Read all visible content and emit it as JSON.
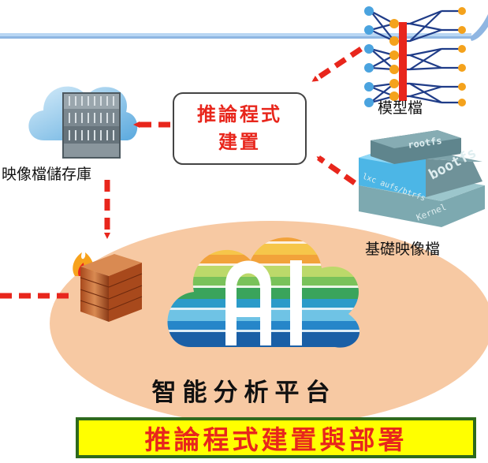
{
  "diagram": {
    "build_step": "推論程式\n建置",
    "image_registry": "映像檔儲存庫",
    "model_file": "模型檔",
    "base_image": "基礎映像檔",
    "platform_name": "智能分析平台",
    "platform_logo_text": "AI",
    "banner": "推論程式建置與部署",
    "base_image_box_texts": [
      "rootfs",
      "bootfs",
      "lxc aufs/btrfs",
      "Kernel"
    ]
  },
  "colors": {
    "arrow": "#e8261c",
    "banner_bg": "#ffff00",
    "banner_border": "#2e6a1c",
    "ellipse": "#f7c9a3",
    "header_line": "#9cc3ea"
  }
}
